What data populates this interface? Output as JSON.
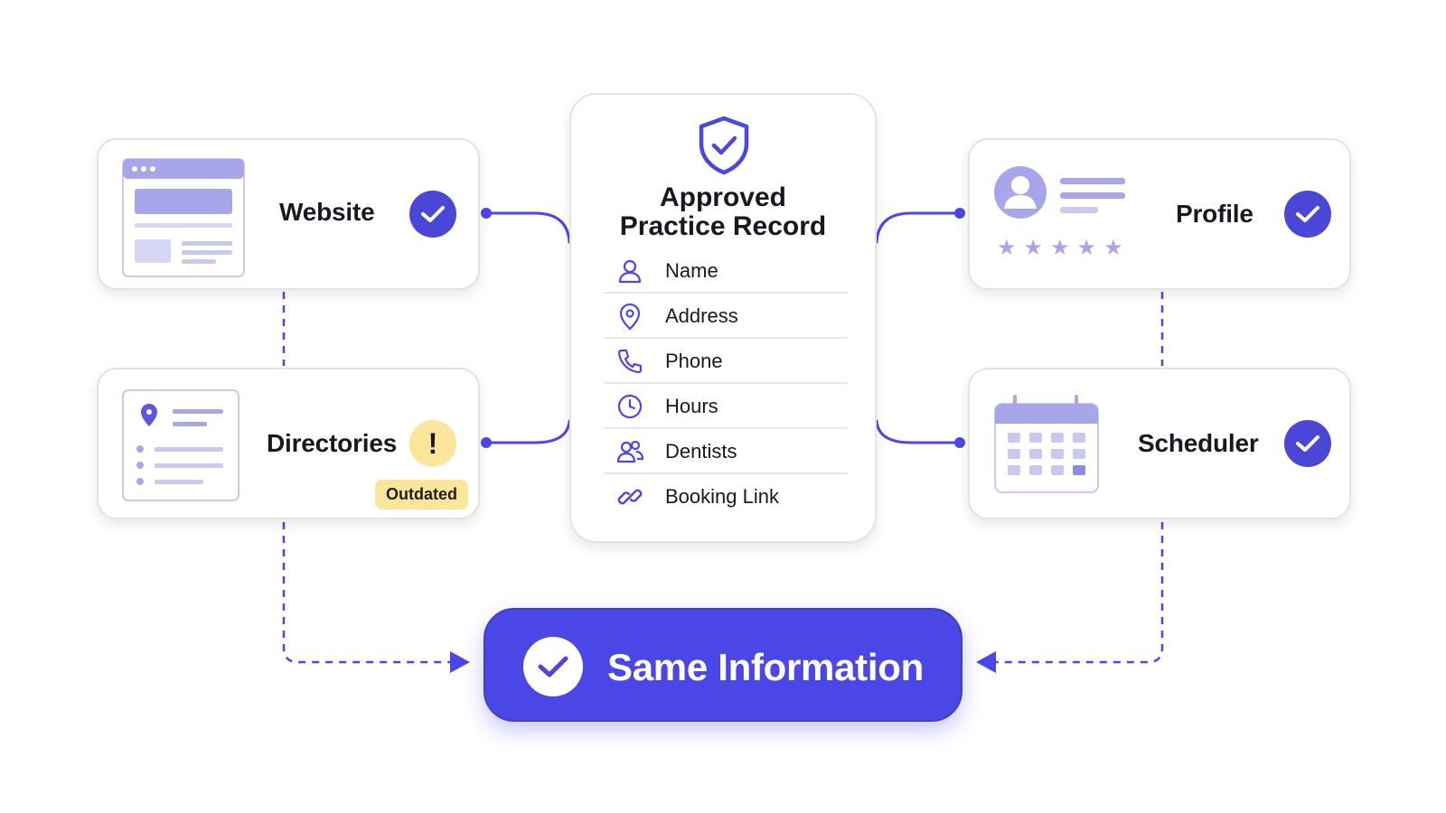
{
  "center": {
    "title_line1": "Approved",
    "title_line2": "Practice Record",
    "fields": [
      {
        "label": "Name",
        "icon": "person-icon"
      },
      {
        "label": "Address",
        "icon": "map-pin-icon"
      },
      {
        "label": "Phone",
        "icon": "phone-icon"
      },
      {
        "label": "Hours",
        "icon": "clock-icon"
      },
      {
        "label": "Dentists",
        "icon": "people-icon"
      },
      {
        "label": "Booking Link",
        "icon": "link-icon"
      }
    ]
  },
  "sources": {
    "website": {
      "title": "Website",
      "status": "check"
    },
    "directories": {
      "title": "Directories",
      "status": "warning",
      "warning_symbol": "!",
      "tag": "Outdated"
    },
    "profile": {
      "title": "Profile",
      "status": "check"
    },
    "scheduler": {
      "title": "Scheduler",
      "status": "check"
    }
  },
  "result": {
    "label": "Same Information"
  },
  "colors": {
    "accent": "#4a47e6",
    "accent_light": "#a8a6ea",
    "warning": "#fbe59a",
    "card_border": "#e6e2e2"
  }
}
